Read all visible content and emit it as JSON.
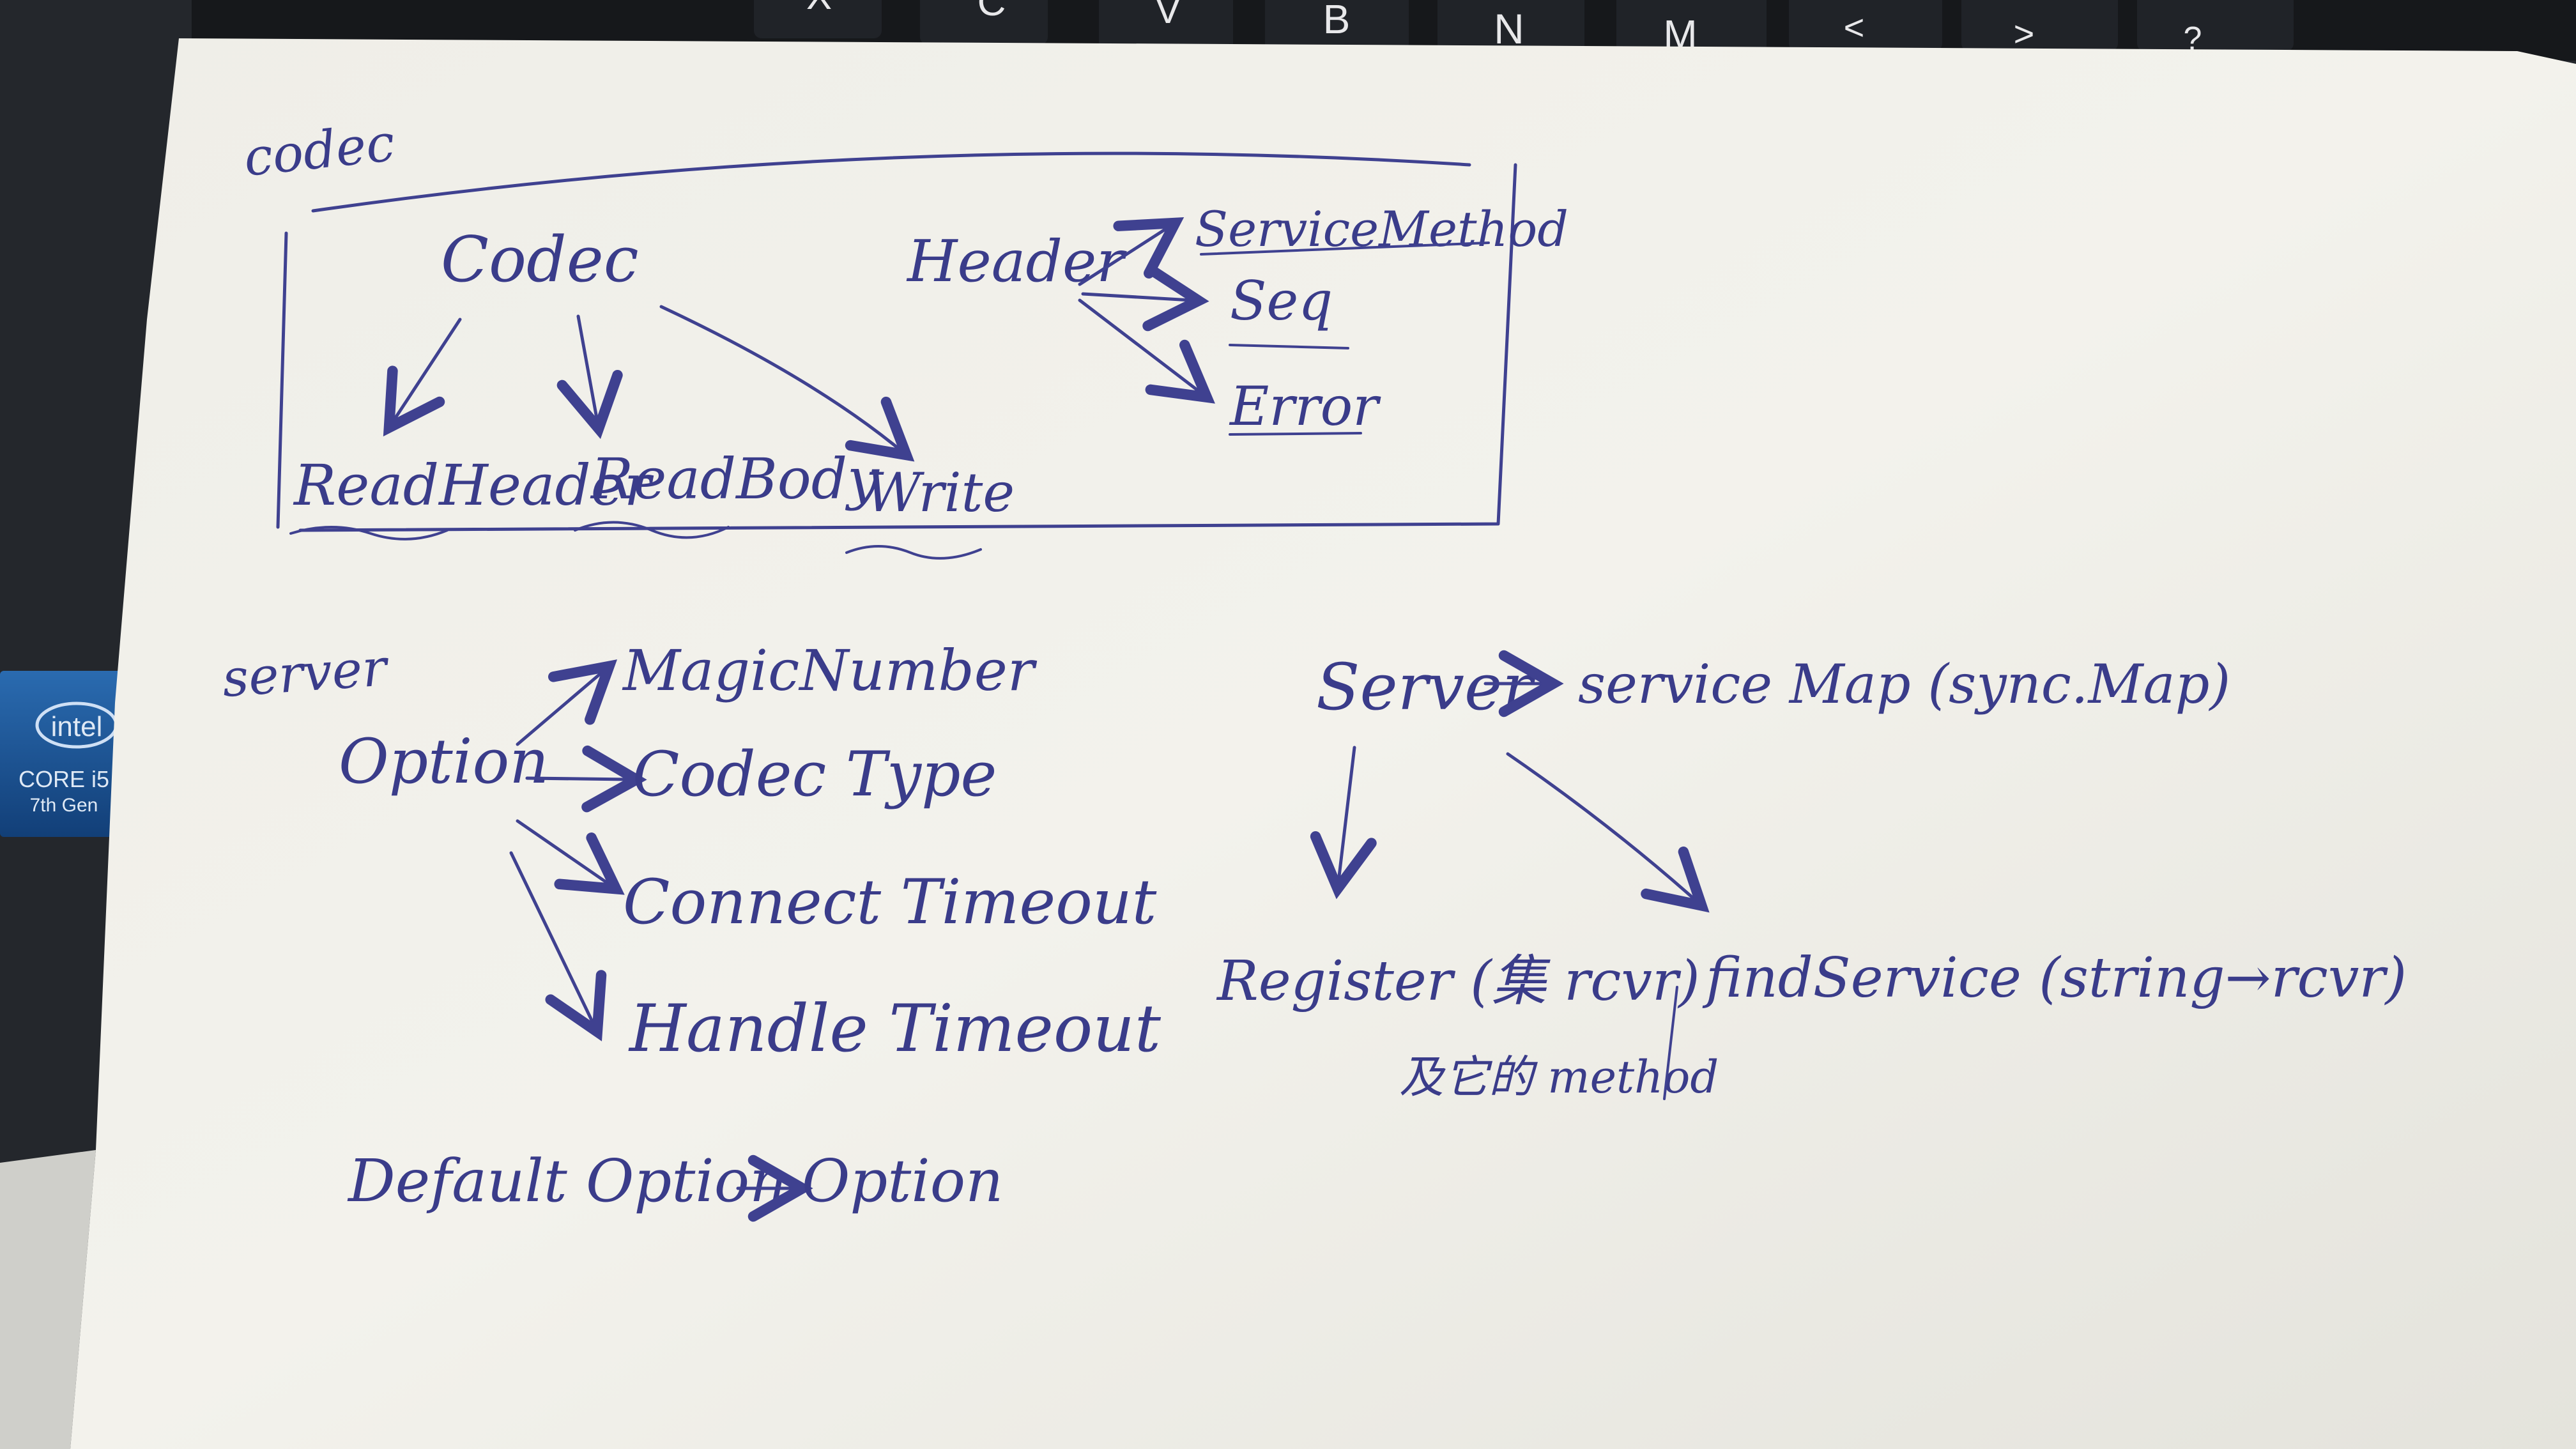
{
  "keyboard": {
    "keys": [
      "X",
      "C",
      "V",
      "B",
      "N",
      "M",
      "<",
      ">",
      "?"
    ]
  },
  "sticker": {
    "brand": "intel",
    "model": "CORE i5",
    "generation": "7th Gen"
  },
  "notes": {
    "codec": {
      "section_label": "codec",
      "root": "Codec",
      "methods": [
        "ReadHeader",
        "ReadBody",
        "Write"
      ],
      "header": "Header",
      "header_fields": [
        "ServiceMethod",
        "Seq",
        "Error"
      ]
    },
    "server": {
      "section_label": "server",
      "option": "Option",
      "option_fields": [
        "MagicNumber",
        "Codec Type",
        "Connect Timeout",
        "Handle Timeout"
      ],
      "default_option": "Default Option",
      "default_option_target": "Option",
      "server_node": "Server",
      "service_map": "service Map (sync.Map)",
      "register": "Register (集 rcvr)",
      "register_note": "及它的 method",
      "find_service": "findService (string→rcvr)"
    }
  },
  "colors": {
    "ink": "#3a3c8a",
    "paper": "#f1f0ea",
    "keyboard": "#1f2226"
  }
}
